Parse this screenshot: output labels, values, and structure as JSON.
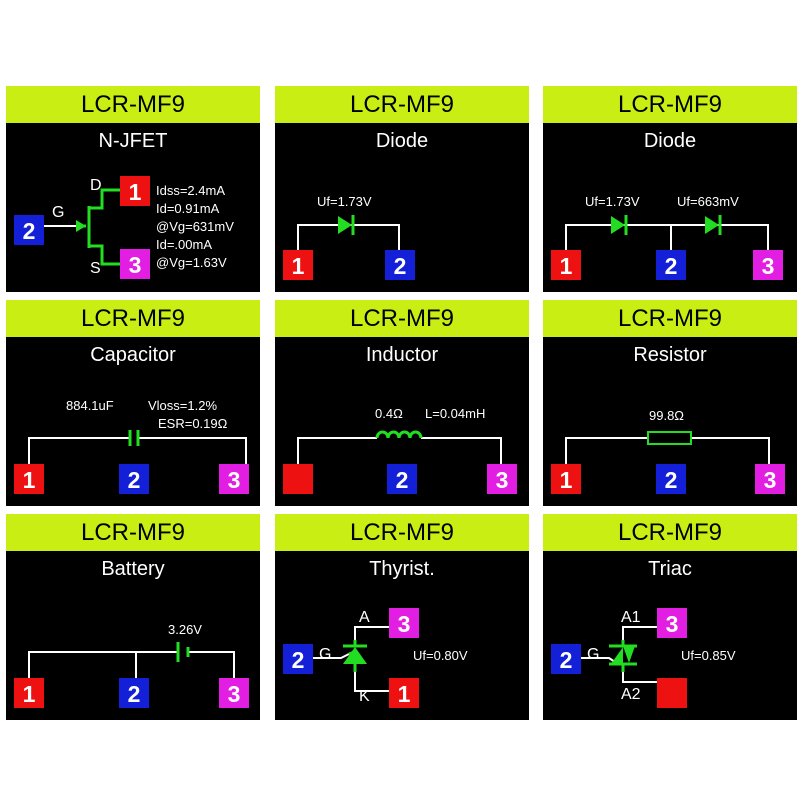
{
  "device_name": "LCR-MF9",
  "colors": {
    "title_bar": "#c8ee14",
    "screen": "#000000",
    "component": "#22dd22",
    "pin1": "#ee1111",
    "pin2": "#1420d8",
    "pin3": "#e21ee2"
  },
  "panels": [
    {
      "title": "LCR-MF9",
      "mode": "N-JFET",
      "pins": {
        "gate": "2",
        "drain": "1",
        "source": "3"
      },
      "labels": {
        "d": "D",
        "g": "G",
        "s": "S"
      },
      "readings": [
        "Idss=2.4mA",
        "Id=0.91mA",
        "@Vg=631mV",
        "Id=.00mA",
        "@Vg=1.63V"
      ]
    },
    {
      "title": "LCR-MF9",
      "mode": "Diode",
      "pins": {
        "left": "1",
        "right": "2"
      },
      "readings": [
        "Uf=1.73V"
      ]
    },
    {
      "title": "LCR-MF9",
      "mode": "Diode",
      "pins": {
        "left": "1",
        "mid": "2",
        "right": "3"
      },
      "readings": [
        "Uf=1.73V",
        "Uf=663mV"
      ]
    },
    {
      "title": "LCR-MF9",
      "mode": "Capacitor",
      "pins": {
        "left": "1",
        "mid": "2",
        "right": "3"
      },
      "readings": [
        "884.1uF",
        "Vloss=1.2%",
        "ESR=0.19Ω"
      ]
    },
    {
      "title": "LCR-MF9",
      "mode": "Inductor",
      "pins": {
        "mid": "2",
        "right": "3"
      },
      "readings": [
        "0.4Ω",
        "L=0.04mH"
      ]
    },
    {
      "title": "LCR-MF9",
      "mode": "Resistor",
      "pins": {
        "left": "1",
        "mid": "2",
        "right": "3"
      },
      "readings": [
        "99.8Ω"
      ]
    },
    {
      "title": "LCR-MF9",
      "mode": "Battery",
      "pins": {
        "left": "1",
        "mid": "2",
        "right": "3"
      },
      "readings": [
        "3.26V"
      ]
    },
    {
      "title": "LCR-MF9",
      "mode": "Thyrist.",
      "pins": {
        "gate": "2",
        "anode": "3",
        "cathode": "1"
      },
      "labels": {
        "a": "A",
        "g": "G",
        "k": "K"
      },
      "readings": [
        "Uf=0.80V"
      ]
    },
    {
      "title": "LCR-MF9",
      "mode": "Triac",
      "pins": {
        "gate": "2",
        "a1": "3"
      },
      "labels": {
        "a1": "A1",
        "g": "G",
        "a2": "A2"
      },
      "readings": [
        "Uf=0.85V"
      ]
    }
  ]
}
